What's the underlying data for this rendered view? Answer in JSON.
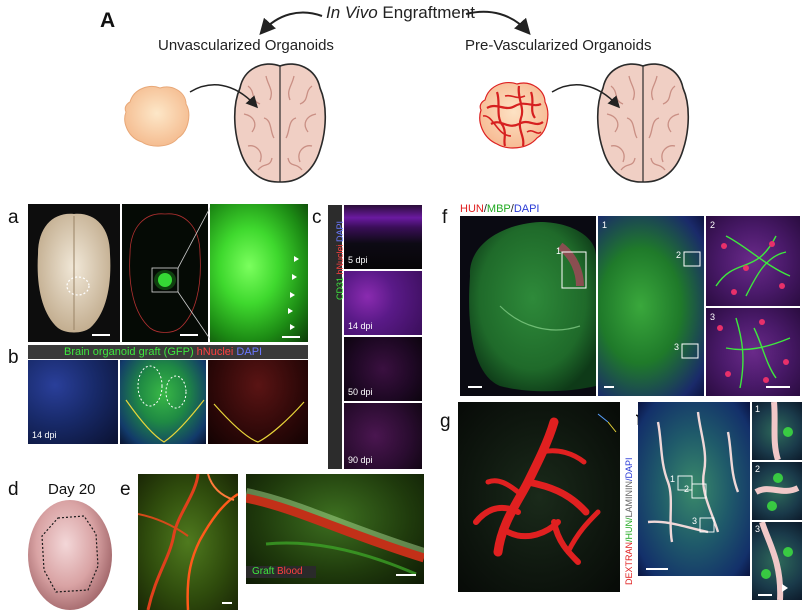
{
  "figure": {
    "panel_A": {
      "letter": "A",
      "top_label_italic": "In Vivo",
      "top_label_rest": " Engraftment",
      "left_label": "Unvascularized Organoids",
      "right_label": "Pre-Vascularized Organoids"
    },
    "panel_a": {
      "letter": "a"
    },
    "panel_b": {
      "letter": "b",
      "legend_green": "Brain organoid graft (GFP)",
      "legend_red": " hNuclei",
      "legend_blue": " DAPI",
      "timepoint": "14 dpi"
    },
    "panel_c": {
      "letter": "c",
      "side_label_green": "CD31",
      "side_label_red": " hNuclei",
      "side_label_blue": " DAPI",
      "timepoints": [
        "5 dpi",
        "14 dpi",
        "50 dpi",
        "90 dpi"
      ]
    },
    "panel_d": {
      "letter": "d",
      "day_label": "Day 20"
    },
    "panel_e": {
      "letter": "e",
      "legend_green": "Graft",
      "legend_red": " Blood"
    },
    "panel_f": {
      "letter": "f",
      "legend_red": "HUN",
      "legend_slash1": "/",
      "legend_green": "MBP",
      "legend_slash2": "/",
      "legend_blue": "DAPI",
      "inset_numbers": [
        "1",
        "2",
        "3"
      ]
    },
    "panel_g": {
      "letter": "g"
    },
    "panel_h": {
      "letter": "h",
      "side_label_red": "DEXTRAN",
      "side_label_green": "/HUN/",
      "side_label_white": "LAMININ",
      "side_label_blue": "/DAPI",
      "inset_numbers": [
        "1",
        "2",
        "3"
      ]
    }
  },
  "colors": {
    "graft_green": "#33dd33",
    "blood_red": "#e02020",
    "dapi_blue": "#2a3bd6",
    "organoid_peach": "#f7c9a0",
    "brain_pink": "#f0cfc4",
    "vessel_red": "#d62020"
  }
}
